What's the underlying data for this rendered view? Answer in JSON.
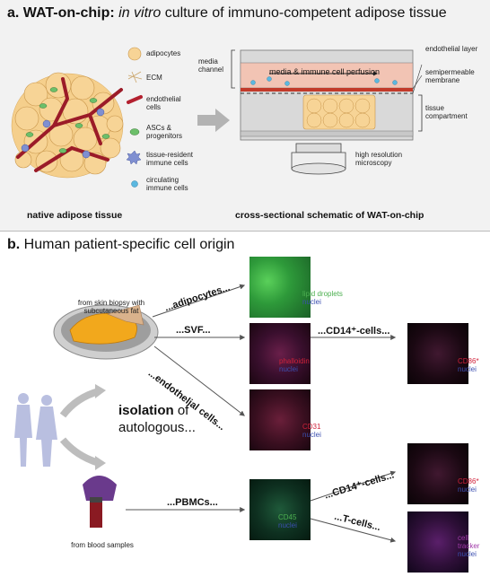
{
  "panel_a": {
    "title_bold": "a. WAT-on-chip:",
    "title_italic": "in vitro",
    "title_rest": "culture of immuno-competent adipose tissue",
    "legend": [
      {
        "label": "adipocytes",
        "icon": "adipocyte-icon"
      },
      {
        "label": "ECM",
        "icon": "ecm-icon"
      },
      {
        "label": "endothelial cells",
        "icon": "endothelial-cell-icon"
      },
      {
        "label": "ASCs & progenitors",
        "icon": "asc-icon"
      },
      {
        "label": "tissue-resident immune cells",
        "icon": "resident-immune-icon"
      },
      {
        "label": "circulating immune cells",
        "icon": "circulating-immune-icon"
      }
    ],
    "chip_labels": {
      "media_channel": "media channel",
      "perfusion": "media & immune cell perfusion",
      "endothelial_layer": "endothelial layer",
      "membrane": "semipermeable membrane",
      "tissue_compartment": "tissue compartment",
      "microscopy": "high resolution microscopy"
    },
    "caption_left": "native adipose tissue",
    "caption_right": "cross-sectional schematic of WAT-on-chip"
  },
  "panel_b": {
    "title_bold": "b.",
    "title_rest": "Human patient-specific cell origin",
    "biopsy_label": "from skin biopsy with subcutaneous fat",
    "blood_label": "from blood samples",
    "isolation_bold": "isolation",
    "isolation_rest": "of",
    "autologous": "autologous...",
    "arrows": {
      "adipocytes": "...adipocytes...",
      "svf": "...SVF...",
      "endothelial": "...endothelial cells...",
      "cd14_top": "...CD14⁺-cells...",
      "pbmcs": "...PBMCs...",
      "cd14_bottom": "...CD14⁺-cells...",
      "tcells": "...T-cells..."
    },
    "micrographs": {
      "adipocytes": [
        "lipid droplets",
        "nuclei"
      ],
      "svf": [
        "phalloidin",
        "nuclei"
      ],
      "cd14_top": [
        "CD86*",
        "nuclei"
      ],
      "endothelial": [
        "CD31",
        "nuclei"
      ],
      "cd14_bottom": [
        "CD86*",
        "nuclei"
      ],
      "pbmcs": [
        "CD45",
        "nuclei"
      ],
      "tcells": [
        "cell",
        "tracker",
        "nuclei"
      ]
    },
    "colors": {
      "green": "#4caf50",
      "red": "#d0213a",
      "blue": "#3b4fb0",
      "purple": "#a03aa8"
    }
  }
}
